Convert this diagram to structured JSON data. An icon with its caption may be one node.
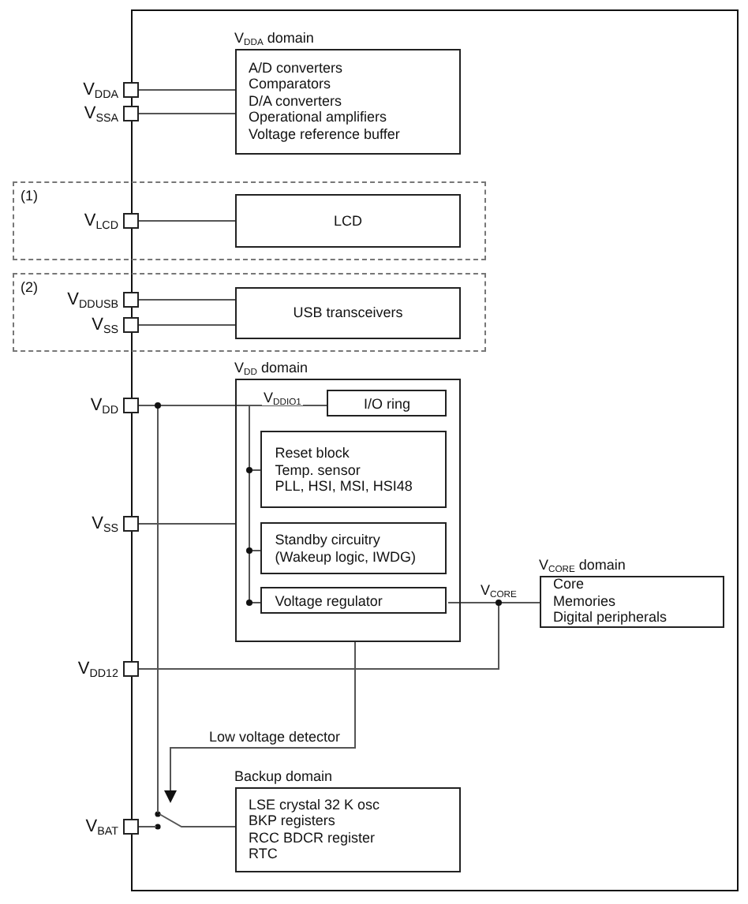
{
  "diagram": {
    "nodes": [
      {
        "text": [],
        "shape": "box"
      },
      {
        "text": [
          "V$_{DDA}$ domain",
          "A/D converters",
          "Comparators",
          "D/A converters",
          "Operational amplifiers",
          "Voltage reference buffer"
        ],
        "in": 0
      },
      {
        "text": [
          "(1)"
        ]
      },
      {
        "text": [
          "LCD"
        ]
      },
      {
        "text": [
          "(2)"
        ]
      },
      {
        "text": [
          "USB transceivers"
        ]
      },
      {
        "text": [
          "V$_{DD}$ domain"
        ],
        "in": 0
      },
      {
        "text": [
          "I/O ring"
        ],
        "in": 6
      },
      {
        "text": [
          "Reset block",
          "Temp. sensor",
          "PLL, HSI, MSI, HSI48"
        ],
        "in": 6
      },
      {
        "text": [
          "Standby circuitry",
          "(Wakeup logic, IWDG)"
        ],
        "in": 6
      },
      {
        "text": [
          "Voltage regulator"
        ],
        "in": 6
      },
      {
        "text": [
          "V$_{CORE}$ domain",
          "Core",
          "Memories",
          "Digital peripherals"
        ],
        "in": 0
      },
      {
        "text": [
          "Backup domain",
          "LSE crystal 32 K osc",
          "BKP registers",
          "RCC BDCR register",
          "RTC"
        ],
        "in": 0
      },
      {
        "text": [
          "V$_{DDA}$"
        ]
      },
      {
        "text": [
          "V$_{SSA}$"
        ]
      },
      {
        "text": [
          "V$_{LCD}$"
        ],
        "in": 2
      },
      {
        "text": [
          "V$_{DDUSB}$"
        ],
        "in": 4
      },
      {
        "text": [
          "V$_{SS}$"
        ],
        "in": 4
      },
      {
        "text": [
          "V$_{DD}$"
        ]
      },
      {
        "text": [
          "V$_{SS}$"
        ]
      },
      {
        "text": [
          "V$_{DD12}$"
        ]
      },
      {
        "text": [
          "V$_{BAT}$"
        ]
      },
      {
        "text": [],
        "shape": "switch",
        "in": 0
      }
    ],
    "edges": [
      {
        "from": 13,
        "to": 1,
        "arrow": "none"
      },
      {
        "from": 14,
        "to": 1,
        "arrow": "none"
      },
      {
        "from": 15,
        "to": 3,
        "arrow": "none"
      },
      {
        "from": 16,
        "to": 5,
        "arrow": "none"
      },
      {
        "from": 17,
        "to": 5,
        "arrow": "none"
      },
      {
        "from": 18,
        "to": 7,
        "arrow": "none",
        "label": "V$_{DDIO1}$"
      },
      {
        "from": 18,
        "to": 8,
        "arrow": "none"
      },
      {
        "from": 18,
        "to": 9,
        "arrow": "none"
      },
      {
        "from": 18,
        "to": 10,
        "arrow": "none"
      },
      {
        "from": 19,
        "to": 6,
        "arrow": "none"
      },
      {
        "from": 10,
        "to": 11,
        "arrow": "none",
        "label": "V$_{CORE}$"
      },
      {
        "from": 20,
        "to": 11,
        "arrow": "none"
      },
      {
        "from": 18,
        "to": 22,
        "arrow": "none"
      },
      {
        "from": 6,
        "to": 22,
        "arrow": "to",
        "label": "Low voltage detector"
      },
      {
        "from": 21,
        "to": 22,
        "arrow": "none"
      },
      {
        "from": 22,
        "to": 12,
        "arrow": "none"
      }
    ]
  }
}
